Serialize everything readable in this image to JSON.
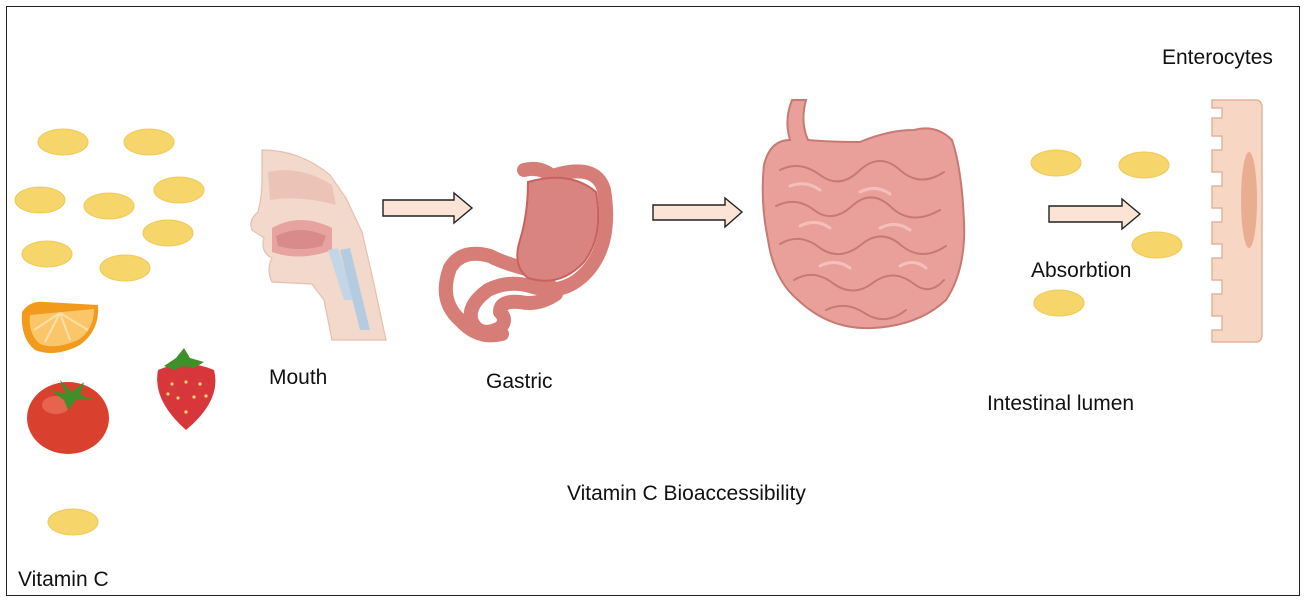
{
  "labels": {
    "vitamin_c": "Vitamin C",
    "mouth": "Mouth",
    "gastric": "Gastric",
    "intestinal_lumen": "Intestinal lumen",
    "absorption": "Absorbtion",
    "enterocytes": "Enterocytes",
    "caption": "Vitamin C Bioaccessibility"
  },
  "icons": [
    "vitamin-c-capsule-icon",
    "orange-slice-icon",
    "tomato-icon",
    "strawberry-icon",
    "mouth-anatomy-icon",
    "stomach-icon",
    "intestine-icon",
    "enterocyte-cell-icon",
    "arrow-right-icon"
  ],
  "colors": {
    "capsule": "#f6d66b",
    "arrow_fill": "#fbe4d5",
    "tissue": "#e9a09b",
    "cell": "#f7d6c4"
  }
}
